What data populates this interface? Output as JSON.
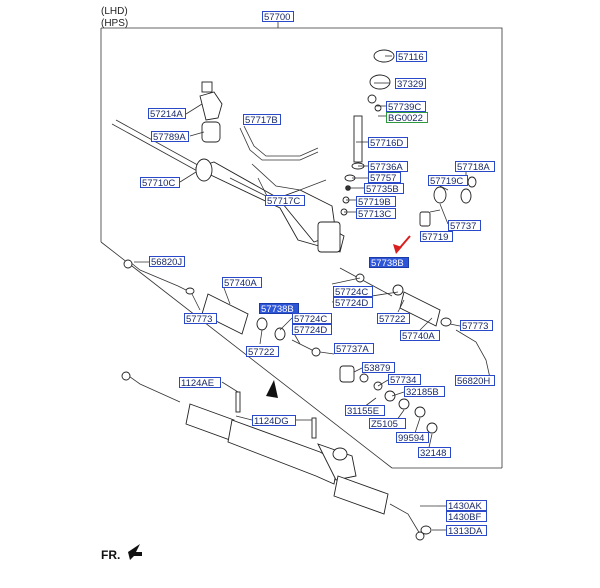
{
  "header": {
    "line1": "(LHD)",
    "line2": "(HPS)"
  },
  "assembly_label": "57700",
  "fr_label": "FR.",
  "labels": {
    "l57116": "57116",
    "l37329": "37329",
    "l57739C": "57739C",
    "lBG0022": "BG0022",
    "l57214A": "57214A",
    "l57717B": "57717B",
    "l57789A": "57789A",
    "l57716D": "57716D",
    "l57736A": "57736A",
    "l57718A": "57718A",
    "l57757": "57757",
    "l57719C_top": "57719C",
    "l57735B": "57735B",
    "l57710C": "57710C",
    "l57717C": "57717C",
    "l57719B": "57719B",
    "l57713C": "57713C",
    "l57737": "57737",
    "l57719": "57719",
    "l56820J": "56820J",
    "l57738B_right": "57738B",
    "l57740A_left": "57740A",
    "l57724C_right": "57724C",
    "l57724D_right": "57724D",
    "l57773_left": "57773",
    "l57738B_left": "57738B",
    "l57724C_left": "57724C",
    "l57724D_left": "57724D",
    "l57722_right": "57722",
    "l57740A_right": "57740A",
    "l57773_right": "57773",
    "l57722_left": "57722",
    "l57737A": "57737A",
    "l53879": "53879",
    "l57734": "57734",
    "l56820H": "56820H",
    "l1124AE": "1124AE",
    "l32185B": "32185B",
    "l31155E": "31155E",
    "l1124DG": "1124DG",
    "lZ5105": "Z5105",
    "l99594": "99594",
    "l32148": "32148",
    "l1430AK": "1430AK",
    "l1430BF": "1430BF",
    "l1313DA": "1313DA"
  }
}
